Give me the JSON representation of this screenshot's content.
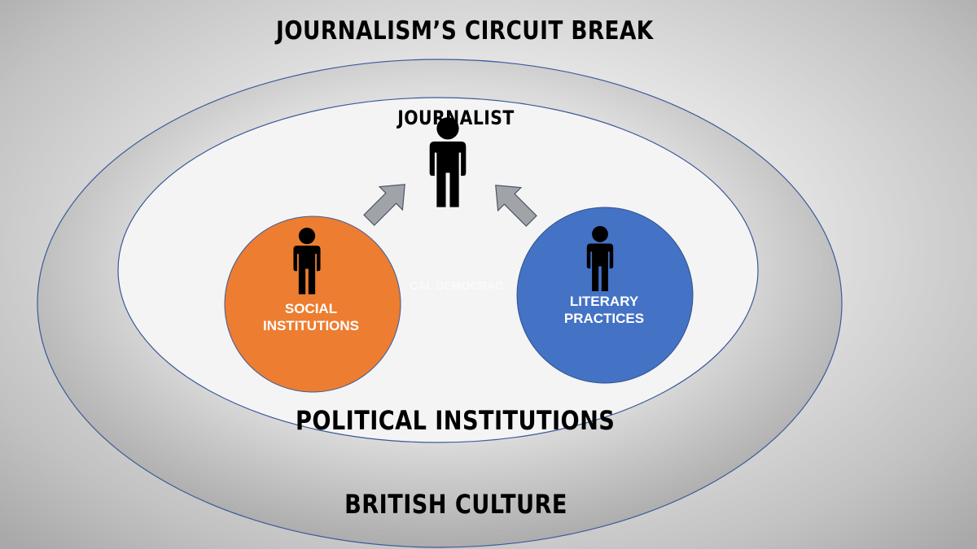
{
  "title": "JOURNALISM’S CIRCUIT BREAK",
  "center_node": {
    "label": "JOURNALIST"
  },
  "inner_region": {
    "label": "POLITICAL INSTITUTIONS",
    "hidden_text": "CAL DEMOCRAC"
  },
  "outer_region": {
    "label": "BRITISH CULTURE"
  },
  "nodes": [
    {
      "id": "social",
      "line1": "SOCIAL",
      "line2": "INSTITUTIONS",
      "color": "#ED7D31"
    },
    {
      "id": "literary",
      "line1": "LITERARY",
      "line2": "PRACTICES",
      "color": "#4472C4"
    }
  ],
  "edges": [
    {
      "from": "social",
      "to": "journalist"
    },
    {
      "from": "literary",
      "to": "journalist"
    }
  ],
  "colors": {
    "ring_stroke": "#3b5a99",
    "arrow_fill": "#9fa3a8",
    "arrow_stroke": "#55606e",
    "person": "#000000"
  },
  "icons": [
    "person-icon",
    "up-right-arrow-icon",
    "up-left-arrow-icon"
  ]
}
